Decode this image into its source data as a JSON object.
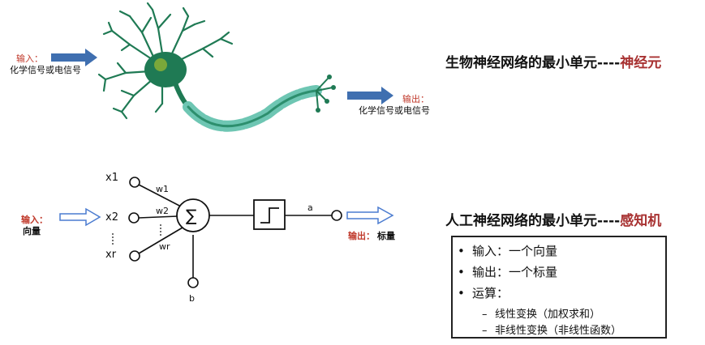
{
  "neuron": {
    "input_label": "输入：",
    "input_desc": "化学信号或电信号",
    "output_label": "输出：",
    "output_desc": "化学信号或电信号",
    "title_main": "生物神经网络的最小单元----",
    "title_accent": "神经元"
  },
  "perceptron": {
    "input_label": "输入：",
    "input_desc": "向量",
    "output_label": "输出：",
    "output_desc": "标量",
    "nodes": {
      "x1": "x1",
      "x2": "x2",
      "xr": "xr",
      "b": "b",
      "a": "a"
    },
    "weights": {
      "w1": "w1",
      "w2": "w2",
      "wr": "wr"
    },
    "sum_symbol": "∑",
    "title_main": "人工神经网络的最小单元----",
    "title_accent": "感知机"
  },
  "summary": {
    "bullets": [
      "输入：一个向量",
      "输出：一个标量",
      "运算："
    ],
    "sub_items": [
      "线性变换（加权求和）",
      "非线性变换（非线性函数）"
    ]
  },
  "colors": {
    "arrow_fill": "#3f6fb0",
    "arrow_hollow_stroke": "#4a7bd0",
    "neuron_body": "#1f7a54",
    "myelin": "#6ec6b3",
    "accent_red": "#a83232"
  }
}
